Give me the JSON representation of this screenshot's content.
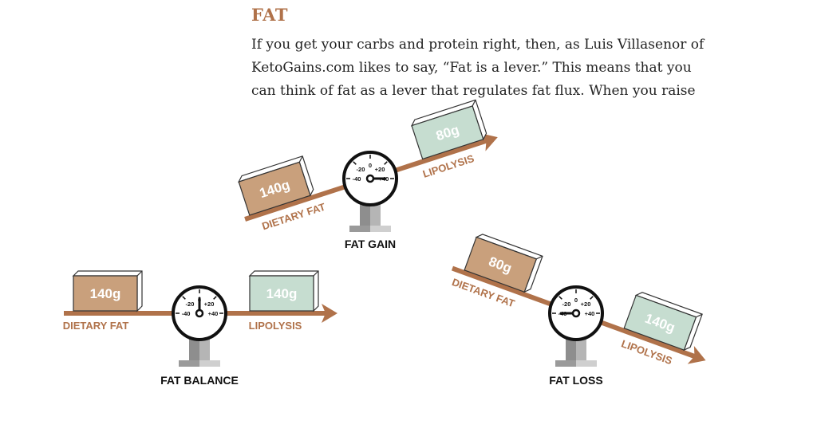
{
  "section": {
    "title": "FAT",
    "paragraph_lines": [
      "If you get your carbs and protein right, then, as Luis Villasenor of",
      "KetoGains.com likes to say, “Fat is a lever.” This means that you",
      "can think of fat as a lever that regulates fat flux. When you raise"
    ]
  },
  "colors": {
    "accent": "#b0724a",
    "dietary_box": "#c9a07c",
    "lipolysis_box": "#c6ddd0",
    "text": "#222222"
  },
  "gauge_ticks": [
    "-40",
    "-20",
    "0",
    "+20",
    "+40"
  ],
  "scenarios": [
    {
      "id": "fat-gain",
      "caption": "FAT GAIN",
      "tilt": "up",
      "dietary_label": "DIETARY FAT",
      "lipolysis_label": "LIPOLYSIS",
      "dietary_value": "140g",
      "lipolysis_value": "80g",
      "gauge_reading": 40
    },
    {
      "id": "fat-balance",
      "caption": "FAT BALANCE",
      "tilt": "level",
      "dietary_label": "DIETARY FAT",
      "lipolysis_label": "LIPOLYSIS",
      "dietary_value": "140g",
      "lipolysis_value": "140g",
      "gauge_reading": 0
    },
    {
      "id": "fat-loss",
      "caption": "FAT LOSS",
      "tilt": "down",
      "dietary_label": "DIETARY FAT",
      "lipolysis_label": "LIPOLYSIS",
      "dietary_value": "80g",
      "lipolysis_value": "140g",
      "gauge_reading": -40
    }
  ]
}
